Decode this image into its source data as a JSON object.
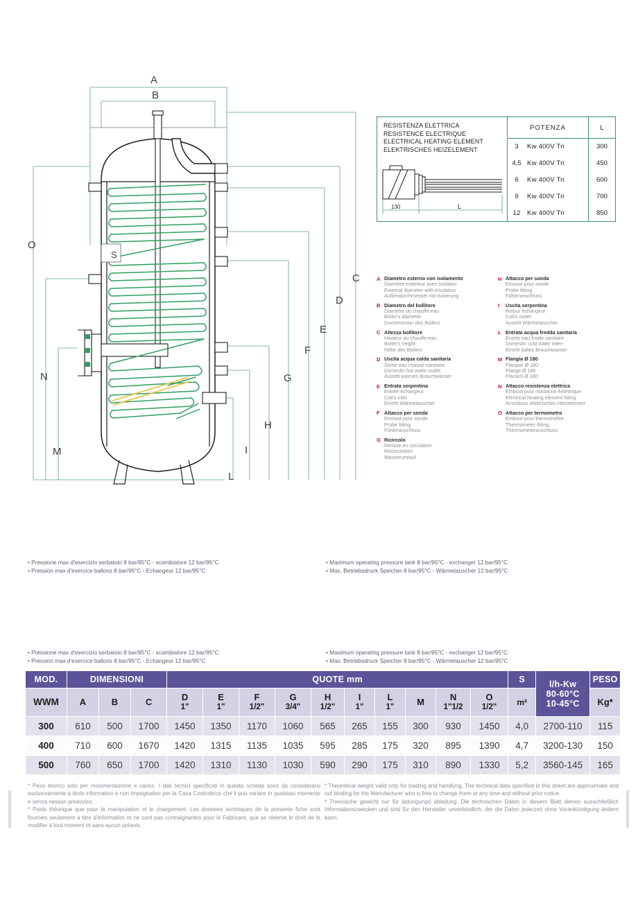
{
  "heater": {
    "titles": [
      "RESISTENZA ELETTRICA",
      "RESISTENCE ELECTRIQUE",
      "ELECTRICAL HEATING ELEMENT",
      "ELEKTRISCHES HEIZELEMENT"
    ],
    "diagram_labels": {
      "width": "130",
      "length": "L"
    },
    "col_power": "POTENZA",
    "col_l": "L",
    "rows": [
      {
        "kw": "3",
        "spec": "Kw 400V Tri",
        "l": "300"
      },
      {
        "kw": "4,5",
        "spec": "Kw 400V Tri",
        "l": "450"
      },
      {
        "kw": "6",
        "spec": "Kw 400V Tri",
        "l": "600"
      },
      {
        "kw": "9",
        "spec": "Kw 400V Tri",
        "l": "700"
      },
      {
        "kw": "12",
        "spec": "Kw 400V Tri",
        "l": "850"
      }
    ]
  },
  "drawing": {
    "dimension_labels": [
      "A",
      "B",
      "C",
      "D",
      "E",
      "F",
      "G",
      "H",
      "I",
      "L",
      "M",
      "N",
      "O",
      "S"
    ]
  },
  "legend_left": [
    {
      "letter": "A",
      "lines": [
        "Diametro esterno con isolamento",
        "Diamètre extérieur avec isolation",
        "External diameter with insulation",
        "Außendurchmesser mit Isolierung"
      ]
    },
    {
      "letter": "B",
      "lines": [
        "Diametro del bollitore",
        "Diamètre du chauffe-eau",
        "Boiler's diameter",
        "Durchmesser des Boilers"
      ]
    },
    {
      "letter": "C",
      "lines": [
        "Altezza bollitore",
        "Hauteur du chauffe-eau",
        "Boiler's height",
        "Höhe des Boilers"
      ]
    },
    {
      "letter": "D",
      "lines": [
        "Uscita acqua calda sanitaria",
        "Sortie eau chause sanitaire",
        "Domestic hot water outlet",
        "Austritt warmes Brauchwasser"
      ]
    },
    {
      "letter": "E",
      "lines": [
        "Entrata serpentina",
        "Entrée échangeur",
        "Coil's inlet",
        "Eintritt Wärmetauscher"
      ]
    },
    {
      "letter": "F",
      "lines": [
        "Attacco per sonda",
        "Emnout pour sonde",
        "Probe fitting",
        "Fühleranschluss"
      ]
    },
    {
      "letter": "G",
      "lines": [
        "Ricircolo",
        "Remise en circulation",
        "Recirculation",
        "Wasserumlauf"
      ]
    }
  ],
  "legend_right": [
    {
      "letter": "H",
      "lines": [
        "Attacco per sonda",
        "Emnout pour sonde",
        "Probe fitting",
        "Fühleranschluss"
      ]
    },
    {
      "letter": "I",
      "lines": [
        "Uscita serpentina",
        "Retour échangeur",
        "Coil's outlet",
        "Austritt Wärmetauscher"
      ]
    },
    {
      "letter": "L",
      "lines": [
        "Entrata acqua fredda sanitaria",
        "Entrée eau froide sanitaire",
        "Domestic cold water inlet+",
        "Eintritt kaltes Brauchwasser"
      ]
    },
    {
      "letter": "M",
      "lines": [
        "Flangia Ø 180",
        "Flasque Ø 180",
        "Flange Ø 180",
        "Flansch Ø 180"
      ]
    },
    {
      "letter": "N",
      "lines": [
        "Attacco resistenza elettrica",
        "Embout pour risistance éelettrique",
        "Electrical heating element fitting",
        "Anschluss elektrisches Heizelement"
      ]
    },
    {
      "letter": "O",
      "lines": [
        "Attacco per termometro",
        "Embout pour thermomètre",
        "Thermometer fitting",
        "Thermometeranschluss"
      ]
    }
  ],
  "notes": {
    "it": "Pressione max d'esercizio serbatoio 8 bar/95°C - scambiatore 12 bar/95°C",
    "fr": "Pression max d'exercice ballons 8 bar/95°C - Echangeur 12 bar/95°C",
    "en": "Maximum operating pressure tank 8 bar/95°C - exchanger 12 bar/95°C",
    "de": "Max. Betriebsdruck Speicher 8 bar/95°C - Wärmetauscher 12 bar/95°C"
  },
  "table": {
    "group_headers": {
      "mod": "MOD.",
      "dimensioni": "DIMENSIONI",
      "quote": "QUOTE mm",
      "s": "S",
      "lhkw": "l/h-Kw",
      "peso": "PESO"
    },
    "sub_headers": {
      "mod": "WWM",
      "a": "A",
      "b": "B",
      "c": "C",
      "d": "D",
      "d_size": "1\"",
      "e": "E",
      "e_size": "1\"",
      "f": "F",
      "f_size": "1/2\"",
      "g": "G",
      "g_size": "3/4\"",
      "h": "H",
      "h_size": "1/2\"",
      "i": "I",
      "i_size": "1\"",
      "l": "L",
      "l_size": "1\"",
      "m": "M",
      "n": "N",
      "n_size": "1\"1/2",
      "o": "O",
      "o_size": "1/2\"",
      "s": "m²",
      "lhkw_1": "80-60°C",
      "lhkw_2": "10-45°C",
      "peso": "Kg*"
    },
    "rows": [
      {
        "mod": "300",
        "a": "610",
        "b": "500",
        "c": "1700",
        "d": "1450",
        "e": "1350",
        "f": "1170",
        "g": "1060",
        "h": "565",
        "i": "265",
        "l": "155",
        "m": "300",
        "n": "930",
        "o": "1450",
        "s": "4,0",
        "lhkw": "2700-110",
        "peso": "115"
      },
      {
        "mod": "400",
        "a": "710",
        "b": "600",
        "c": "1670",
        "d": "1420",
        "e": "1315",
        "f": "1135",
        "g": "1035",
        "h": "595",
        "i": "285",
        "l": "175",
        "m": "320",
        "n": "895",
        "o": "1390",
        "s": "4,7",
        "lhkw": "3200-130",
        "peso": "150"
      },
      {
        "mod": "500",
        "a": "760",
        "b": "650",
        "c": "1700",
        "d": "1420",
        "e": "1310",
        "f": "1130",
        "g": "1030",
        "h": "590",
        "i": "290",
        "l": "175",
        "m": "310",
        "n": "890",
        "o": "1330",
        "s": "5,2",
        "lhkw": "3560-145",
        "peso": "165"
      }
    ]
  },
  "footnotes": {
    "it": "* Peso teorico solo per movimentazione e carico. I dati tecnici specificati in questa scheda sono da considerarsi esclusivamente a titolo informativo e non impegnativo per la Casa Costruttrice che li può variare in qualsiasi momento e senza nessun preavviso.",
    "fr": "* Poids théorique que pour la manipulation et le chargement. Les données techniques de la présente fiche sont fournies seulement a titre d'information et ne sont pas contraignantes pour le Fabricant, que se réserve le droit de le modifier à tout moment et sans aucun préavis.",
    "en": "* Theoretical weight valid only for loading and handlyng. The technical data specified in this sheet are approximate and not binding for the Manufacturer who is free to change them at any time and without prior notice.",
    "de": "* Theorische gewicht nur für ladungungd abladung. Die technischen Daten in diesem Blatt dienen ausschließlich Informationszwecken und sind für den Hersteller unverbindlich, der die Daten jederzeit ohne Vorankündigung ändern kann."
  },
  "colors": {
    "header_purple": "#5b5498",
    "subheader_lavender": "#d3d1e3",
    "row_alt": "#e3e2ec",
    "legend_letter_red": "#c8102e",
    "drawing_green": "#2f9e63",
    "dimension_green": "#4f9f7f"
  }
}
